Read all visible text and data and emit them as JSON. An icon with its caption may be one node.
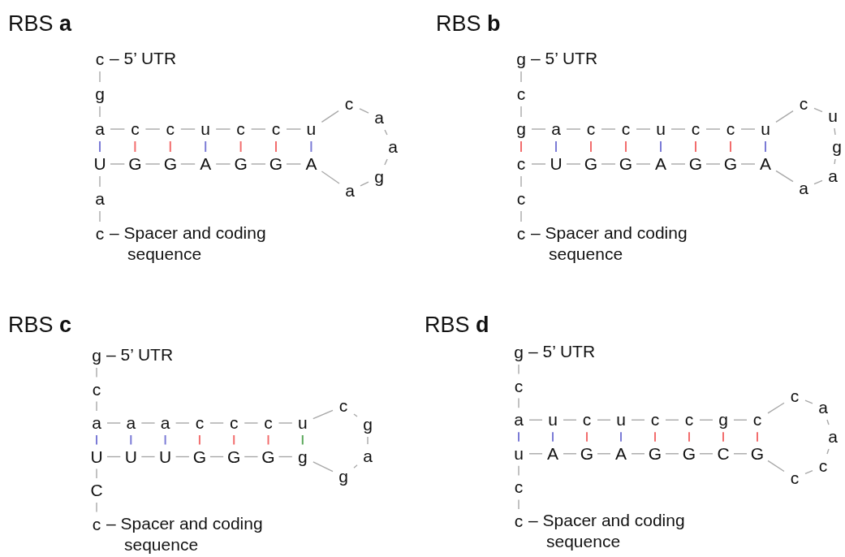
{
  "diagram": {
    "nodes": [
      {
        "text": [
          "c"
        ],
        "beside": [
          "– 5’ UTR"
        ]
      },
      {
        "text": [
          "g"
        ]
      },
      {
        "text": [
          "a"
        ]
      },
      {
        "text": [
          "c"
        ]
      },
      {
        "text": [
          "c"
        ]
      },
      {
        "text": [
          "u"
        ]
      },
      {
        "text": [
          "c"
        ]
      },
      {
        "text": [
          "c"
        ]
      },
      {
        "text": [
          "u"
        ]
      },
      {
        "text": [
          "c"
        ]
      },
      {
        "text": [
          "a"
        ]
      },
      {
        "text": [
          "a"
        ]
      },
      {
        "text": [
          "g"
        ]
      },
      {
        "text": [
          "a"
        ]
      },
      {
        "text": [
          "A"
        ]
      },
      {
        "text": [
          "G"
        ]
      },
      {
        "text": [
          "G"
        ]
      },
      {
        "text": [
          "A"
        ]
      },
      {
        "text": [
          "G"
        ]
      },
      {
        "text": [
          "G"
        ]
      },
      {
        "text": [
          "U"
        ]
      },
      {
        "text": [
          "a"
        ]
      },
      {
        "text": [
          "c"
        ],
        "beside": [
          "– Spacer and coding sequence"
        ]
      },
      {
        "text": [
          "g"
        ],
        "beside": [
          "– 5’ UTR"
        ]
      },
      {
        "text": [
          "c"
        ]
      },
      {
        "text": [
          "g"
        ]
      },
      {
        "text": [
          "a"
        ]
      },
      {
        "text": [
          "c"
        ]
      },
      {
        "text": [
          "c"
        ]
      },
      {
        "text": [
          "u"
        ]
      },
      {
        "text": [
          "c"
        ]
      },
      {
        "text": [
          "c"
        ]
      },
      {
        "text": [
          "u"
        ]
      },
      {
        "text": [
          "c"
        ]
      },
      {
        "text": [
          "u"
        ]
      },
      {
        "text": [
          "g"
        ]
      },
      {
        "text": [
          "a"
        ]
      },
      {
        "text": [
          "a"
        ]
      },
      {
        "text": [
          "A"
        ]
      },
      {
        "text": [
          "G"
        ]
      },
      {
        "text": [
          "G"
        ]
      },
      {
        "text": [
          "A"
        ]
      },
      {
        "text": [
          "G"
        ]
      },
      {
        "text": [
          "G"
        ]
      },
      {
        "text": [
          "U"
        ]
      },
      {
        "text": [
          "c"
        ]
      },
      {
        "text": [
          "c"
        ]
      },
      {
        "text": [
          "c"
        ],
        "beside": [
          "– Spacer and coding sequence"
        ]
      },
      {
        "text": [
          "g"
        ],
        "beside": [
          "– 5’ UTR"
        ]
      },
      {
        "text": [
          "c"
        ]
      },
      {
        "text": [
          "a"
        ]
      },
      {
        "text": [
          "a"
        ]
      },
      {
        "text": [
          "a"
        ]
      },
      {
        "text": [
          "c"
        ]
      },
      {
        "text": [
          "c"
        ]
      },
      {
        "text": [
          "c"
        ]
      },
      {
        "text": [
          "u"
        ]
      },
      {
        "text": [
          "c"
        ]
      },
      {
        "text": [
          "g"
        ]
      },
      {
        "text": [
          "a"
        ]
      },
      {
        "text": [
          "g"
        ]
      },
      {
        "text": [
          "g"
        ]
      },
      {
        "text": [
          "G"
        ]
      },
      {
        "text": [
          "G"
        ]
      },
      {
        "text": [
          "G"
        ]
      },
      {
        "text": [
          "U"
        ]
      },
      {
        "text": [
          "U"
        ]
      },
      {
        "text": [
          "U"
        ]
      },
      {
        "text": [
          "C"
        ]
      },
      {
        "text": [
          "c"
        ],
        "beside": [
          "– Spacer and coding sequence"
        ]
      },
      {
        "text": [
          "g"
        ],
        "beside": [
          "– 5’ UTR"
        ]
      },
      {
        "text": [
          "c"
        ]
      },
      {
        "text": [
          "a"
        ]
      },
      {
        "text": [
          "u"
        ]
      },
      {
        "text": [
          "c"
        ]
      },
      {
        "text": [
          "u"
        ]
      },
      {
        "text": [
          "c"
        ]
      },
      {
        "text": [
          "c"
        ]
      },
      {
        "text": [
          "g"
        ]
      },
      {
        "text": [
          "c"
        ]
      },
      {
        "text": [
          "c"
        ]
      },
      {
        "text": [
          "a"
        ]
      },
      {
        "text": [
          "a"
        ]
      },
      {
        "text": [
          "c"
        ]
      },
      {
        "text": [
          "c"
        ]
      },
      {
        "text": [
          "G"
        ]
      },
      {
        "text": [
          "C"
        ]
      },
      {
        "text": [
          "G"
        ]
      },
      {
        "text": [
          "G"
        ]
      },
      {
        "text": [
          "A"
        ]
      },
      {
        "text": [
          "G"
        ]
      },
      {
        "text": [
          "A"
        ]
      },
      {
        "text": [
          "u"
        ]
      },
      {
        "text": [
          "c"
        ]
      },
      {
        "text": [
          "c"
        ],
        "beside": [
          "– Spacer and coding sequence"
        ]
      }
    ],
    "edges": [
      {
        "from": 0,
        "to": 1,
        "arrow": "none"
      },
      {
        "from": 1,
        "to": 2,
        "arrow": "none"
      },
      {
        "from": 2,
        "to": 3,
        "arrow": "none"
      },
      {
        "from": 3,
        "to": 4,
        "arrow": "none"
      },
      {
        "from": 4,
        "to": 5,
        "arrow": "none"
      },
      {
        "from": 5,
        "to": 6,
        "arrow": "none"
      },
      {
        "from": 6,
        "to": 7,
        "arrow": "none"
      },
      {
        "from": 7,
        "to": 8,
        "arrow": "none"
      },
      {
        "from": 8,
        "to": 9,
        "arrow": "none"
      },
      {
        "from": 9,
        "to": 10,
        "arrow": "none"
      },
      {
        "from": 10,
        "to": 11,
        "arrow": "none"
      },
      {
        "from": 11,
        "to": 12,
        "arrow": "none"
      },
      {
        "from": 12,
        "to": 13,
        "arrow": "none"
      },
      {
        "from": 13,
        "to": 14,
        "arrow": "none"
      },
      {
        "from": 14,
        "to": 15,
        "arrow": "none"
      },
      {
        "from": 15,
        "to": 16,
        "arrow": "none"
      },
      {
        "from": 16,
        "to": 17,
        "arrow": "none"
      },
      {
        "from": 17,
        "to": 18,
        "arrow": "none"
      },
      {
        "from": 18,
        "to": 19,
        "arrow": "none"
      },
      {
        "from": 19,
        "to": 20,
        "arrow": "none"
      },
      {
        "from": 20,
        "to": 21,
        "arrow": "none"
      },
      {
        "from": 21,
        "to": 22,
        "arrow": "none"
      },
      {
        "from": 2,
        "to": 20,
        "arrow": "none",
        "color": "#7b7bd6"
      },
      {
        "from": 3,
        "to": 19,
        "arrow": "none",
        "color": "#f26d6d"
      },
      {
        "from": 4,
        "to": 18,
        "arrow": "none",
        "color": "#f26d6d"
      },
      {
        "from": 5,
        "to": 17,
        "arrow": "none",
        "color": "#7b7bd6"
      },
      {
        "from": 6,
        "to": 16,
        "arrow": "none",
        "color": "#f26d6d"
      },
      {
        "from": 7,
        "to": 15,
        "arrow": "none",
        "color": "#f26d6d"
      },
      {
        "from": 8,
        "to": 14,
        "arrow": "none",
        "color": "#7b7bd6"
      },
      {
        "from": 23,
        "to": 24,
        "arrow": "none"
      },
      {
        "from": 24,
        "to": 25,
        "arrow": "none"
      },
      {
        "from": 25,
        "to": 26,
        "arrow": "none"
      },
      {
        "from": 26,
        "to": 27,
        "arrow": "none"
      },
      {
        "from": 27,
        "to": 28,
        "arrow": "none"
      },
      {
        "from": 28,
        "to": 29,
        "arrow": "none"
      },
      {
        "from": 29,
        "to": 30,
        "arrow": "none"
      },
      {
        "from": 30,
        "to": 31,
        "arrow": "none"
      },
      {
        "from": 31,
        "to": 32,
        "arrow": "none"
      },
      {
        "from": 32,
        "to": 33,
        "arrow": "none"
      },
      {
        "from": 33,
        "to": 34,
        "arrow": "none"
      },
      {
        "from": 34,
        "to": 35,
        "arrow": "none"
      },
      {
        "from": 35,
        "to": 36,
        "arrow": "none"
      },
      {
        "from": 36,
        "to": 37,
        "arrow": "none"
      },
      {
        "from": 37,
        "to": 38,
        "arrow": "none"
      },
      {
        "from": 38,
        "to": 39,
        "arrow": "none"
      },
      {
        "from": 39,
        "to": 40,
        "arrow": "none"
      },
      {
        "from": 40,
        "to": 41,
        "arrow": "none"
      },
      {
        "from": 41,
        "to": 42,
        "arrow": "none"
      },
      {
        "from": 42,
        "to": 43,
        "arrow": "none"
      },
      {
        "from": 43,
        "to": 44,
        "arrow": "none"
      },
      {
        "from": 44,
        "to": 45,
        "arrow": "none"
      },
      {
        "from": 45,
        "to": 46,
        "arrow": "none"
      },
      {
        "from": 46,
        "to": 47,
        "arrow": "none"
      },
      {
        "from": 25,
        "to": 45,
        "arrow": "none",
        "color": "#f26d6d"
      },
      {
        "from": 26,
        "to": 44,
        "arrow": "none",
        "color": "#7b7bd6"
      },
      {
        "from": 27,
        "to": 43,
        "arrow": "none",
        "color": "#f26d6d"
      },
      {
        "from": 28,
        "to": 42,
        "arrow": "none",
        "color": "#f26d6d"
      },
      {
        "from": 29,
        "to": 41,
        "arrow": "none",
        "color": "#7b7bd6"
      },
      {
        "from": 30,
        "to": 40,
        "arrow": "none",
        "color": "#f26d6d"
      },
      {
        "from": 31,
        "to": 39,
        "arrow": "none",
        "color": "#f26d6d"
      },
      {
        "from": 32,
        "to": 38,
        "arrow": "none",
        "color": "#7b7bd6"
      },
      {
        "from": 48,
        "to": 49,
        "arrow": "none"
      },
      {
        "from": 49,
        "to": 50,
        "arrow": "none"
      },
      {
        "from": 50,
        "to": 51,
        "arrow": "none"
      },
      {
        "from": 51,
        "to": 52,
        "arrow": "none"
      },
      {
        "from": 52,
        "to": 53,
        "arrow": "none"
      },
      {
        "from": 53,
        "to": 54,
        "arrow": "none"
      },
      {
        "from": 54,
        "to": 55,
        "arrow": "none"
      },
      {
        "from": 55,
        "to": 56,
        "arrow": "none"
      },
      {
        "from": 56,
        "to": 57,
        "arrow": "none"
      },
      {
        "from": 57,
        "to": 58,
        "arrow": "none"
      },
      {
        "from": 58,
        "to": 59,
        "arrow": "none"
      },
      {
        "from": 59,
        "to": 60,
        "arrow": "none"
      },
      {
        "from": 60,
        "to": 61,
        "arrow": "none"
      },
      {
        "from": 61,
        "to": 62,
        "arrow": "none"
      },
      {
        "from": 62,
        "to": 63,
        "arrow": "none"
      },
      {
        "from": 63,
        "to": 64,
        "arrow": "none"
      },
      {
        "from": 64,
        "to": 65,
        "arrow": "none"
      },
      {
        "from": 65,
        "to": 66,
        "arrow": "none"
      },
      {
        "from": 66,
        "to": 67,
        "arrow": "none"
      },
      {
        "from": 67,
        "to": 68,
        "arrow": "none"
      },
      {
        "from": 68,
        "to": 69,
        "arrow": "none"
      },
      {
        "from": 50,
        "to": 67,
        "arrow": "none",
        "color": "#7b7bd6"
      },
      {
        "from": 51,
        "to": 66,
        "arrow": "none",
        "color": "#7b7bd6"
      },
      {
        "from": 52,
        "to": 65,
        "arrow": "none",
        "color": "#7b7bd6"
      },
      {
        "from": 53,
        "to": 64,
        "arrow": "none",
        "color": "#f26d6d"
      },
      {
        "from": 54,
        "to": 63,
        "arrow": "none",
        "color": "#f26d6d"
      },
      {
        "from": 55,
        "to": 62,
        "arrow": "none",
        "color": "#f26d6d"
      },
      {
        "from": 56,
        "to": 61,
        "arrow": "none",
        "color": "#5aa85a"
      },
      {
        "from": 70,
        "to": 71,
        "arrow": "none"
      },
      {
        "from": 71,
        "to": 72,
        "arrow": "none"
      },
      {
        "from": 72,
        "to": 73,
        "arrow": "none"
      },
      {
        "from": 73,
        "to": 74,
        "arrow": "none"
      },
      {
        "from": 74,
        "to": 75,
        "arrow": "none"
      },
      {
        "from": 75,
        "to": 76,
        "arrow": "none"
      },
      {
        "from": 76,
        "to": 77,
        "arrow": "none"
      },
      {
        "from": 77,
        "to": 78,
        "arrow": "none"
      },
      {
        "from": 78,
        "to": 79,
        "arrow": "none"
      },
      {
        "from": 79,
        "to": 80,
        "arrow": "none"
      },
      {
        "from": 80,
        "to": 81,
        "arrow": "none"
      },
      {
        "from": 81,
        "to": 82,
        "arrow": "none"
      },
      {
        "from": 82,
        "to": 83,
        "arrow": "none"
      },
      {
        "from": 83,
        "to": 84,
        "arrow": "none"
      },
      {
        "from": 84,
        "to": 85,
        "arrow": "none"
      },
      {
        "from": 85,
        "to": 86,
        "arrow": "none"
      },
      {
        "from": 86,
        "to": 87,
        "arrow": "none"
      },
      {
        "from": 87,
        "to": 88,
        "arrow": "none"
      },
      {
        "from": 88,
        "to": 89,
        "arrow": "none"
      },
      {
        "from": 89,
        "to": 90,
        "arrow": "none"
      },
      {
        "from": 90,
        "to": 91,
        "arrow": "none"
      },
      {
        "from": 91,
        "to": 92,
        "arrow": "none"
      },
      {
        "from": 92,
        "to": 93,
        "arrow": "none"
      },
      {
        "from": 93,
        "to": 94,
        "arrow": "none"
      },
      {
        "from": 72,
        "to": 92,
        "arrow": "none",
        "color": "#7b7bd6"
      },
      {
        "from": 73,
        "to": 91,
        "arrow": "none",
        "color": "#7b7bd6"
      },
      {
        "from": 74,
        "to": 90,
        "arrow": "none",
        "color": "#f26d6d"
      },
      {
        "from": 75,
        "to": 89,
        "arrow": "none",
        "color": "#7b7bd6"
      },
      {
        "from": 76,
        "to": 88,
        "arrow": "none",
        "color": "#f26d6d"
      },
      {
        "from": 77,
        "to": 87,
        "arrow": "none",
        "color": "#f26d6d"
      },
      {
        "from": 78,
        "to": 86,
        "arrow": "none",
        "color": "#f26d6d"
      },
      {
        "from": 79,
        "to": 85,
        "arrow": "none",
        "color": "#f26d6d"
      }
    ],
    "labels": [
      "RBS **a**",
      "RBS **b**",
      "RBS **c**",
      "RBS **d**"
    ]
  }
}
